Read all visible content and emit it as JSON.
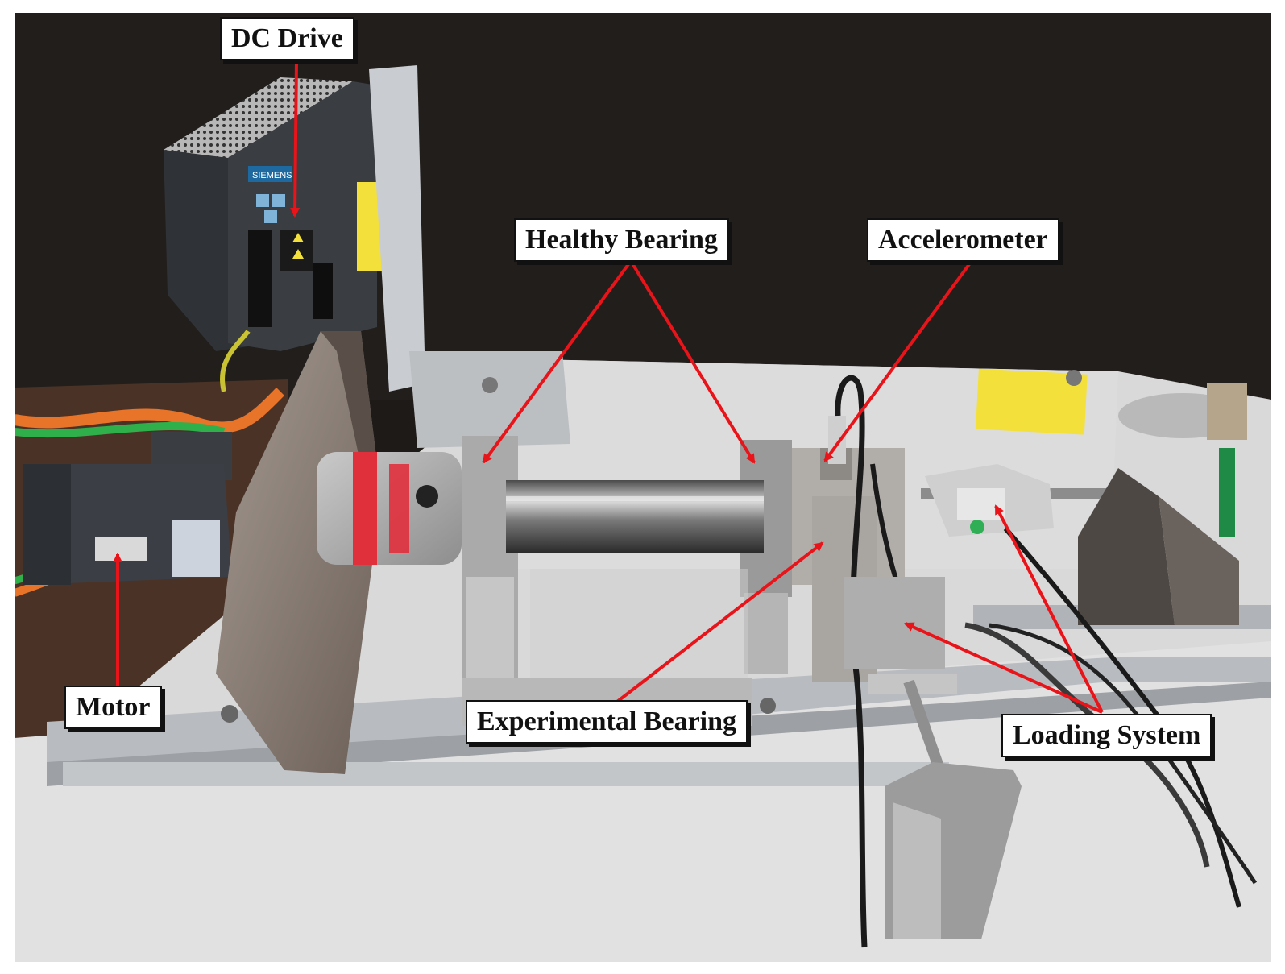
{
  "labels": {
    "dc_drive": "DC Drive",
    "healthy_bearing": "Healthy Bearing",
    "accelerometer": "Accelerometer",
    "motor": "Motor",
    "experimental_bearing": "Experimental Bearing",
    "loading_system": "Loading System"
  },
  "drive_brand": "SIEMENS",
  "colors": {
    "annotation_arrow": "#e8141a",
    "motor_cable": "#e8742a",
    "ground_cable": "#2fb04a",
    "coupling_spider": "#e0303c",
    "warning_label": "#f3e03a"
  }
}
